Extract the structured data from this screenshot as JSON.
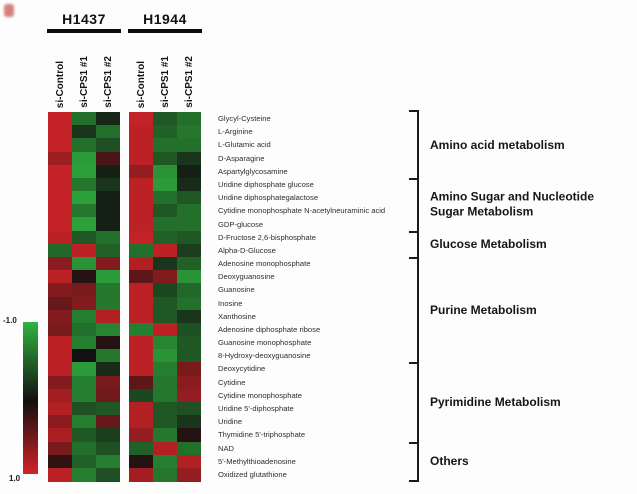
{
  "figure": {
    "description_visible_text_only": true
  },
  "chart_data": {
    "type": "heatmap",
    "groups": [
      {
        "name": "H1437",
        "columns": [
          "si-Control",
          "si-CPS1 #1",
          "si-CPS1 #2"
        ]
      },
      {
        "name": "H1944",
        "columns": [
          "si-Control",
          "si-CPS1 #1",
          "si-CPS1 #2"
        ]
      }
    ],
    "scale": {
      "min": -1.0,
      "max": 1.0,
      "min_label": "-1.0",
      "max_label": "1.0",
      "low_color": "#30b440",
      "mid_color": "#121010",
      "high_color": "#d22328"
    },
    "legend_position": "left-bottom colorbar",
    "rows": [
      {
        "metabolite": "Glycyl-Cysteine",
        "category": "Amino acid metabolism",
        "values": [
          0.9,
          -0.5,
          -0.08,
          0.9,
          -0.35,
          -0.5
        ]
      },
      {
        "metabolite": "L-Arginine",
        "category": "Amino acid metabolism",
        "values": [
          0.9,
          -0.15,
          -0.5,
          0.85,
          -0.4,
          -0.55
        ]
      },
      {
        "metabolite": "L-Glutamic acid",
        "category": "Amino acid metabolism",
        "values": [
          0.9,
          -0.5,
          -0.3,
          0.85,
          -0.5,
          -0.5
        ]
      },
      {
        "metabolite": "D-Asparagine",
        "category": "Amino acid metabolism",
        "values": [
          0.65,
          -0.8,
          0.2,
          0.85,
          -0.35,
          -0.15
        ]
      },
      {
        "metabolite": "Aspartylglycosamine",
        "category": "Amino acid metabolism",
        "values": [
          0.9,
          -0.85,
          -0.05,
          0.6,
          -0.75,
          -0.05
        ]
      },
      {
        "metabolite": "Uridine diphosphate glucose",
        "category": "Amino Sugar and Nucleotide Sugar Metabolism",
        "values": [
          0.9,
          -0.55,
          -0.15,
          0.85,
          -0.8,
          -0.1
        ]
      },
      {
        "metabolite": "Uridine diphosphategalactose",
        "category": "Amino Sugar and Nucleotide Sugar Metabolism",
        "values": [
          0.9,
          -0.85,
          -0.05,
          0.85,
          -0.5,
          -0.35
        ]
      },
      {
        "metabolite": "Cytidine monophosphate N-acetylneuraminic acid",
        "category": "Amino Sugar and Nucleotide Sugar Metabolism",
        "values": [
          0.9,
          -0.55,
          -0.05,
          0.85,
          -0.35,
          -0.5
        ]
      },
      {
        "metabolite": "GDP-glucose",
        "category": "Amino Sugar and Nucleotide Sugar Metabolism",
        "values": [
          0.9,
          -0.85,
          -0.05,
          0.85,
          -0.5,
          -0.5
        ]
      },
      {
        "metabolite": "D-Fructose 2,6-bisphosphate",
        "category": "Glucose Metabolism",
        "values": [
          0.85,
          -0.35,
          -0.5,
          0.9,
          -0.4,
          -0.35
        ]
      },
      {
        "metabolite": "Alpha-D-Glucose",
        "category": "Glucose Metabolism",
        "values": [
          -0.45,
          0.85,
          -0.4,
          -0.5,
          0.85,
          -0.2
        ]
      },
      {
        "metabolite": "Adenosine monophosphate",
        "category": "Purine Metabolism",
        "values": [
          0.55,
          -0.75,
          0.5,
          0.8,
          -0.15,
          -0.4
        ]
      },
      {
        "metabolite": "Deoxyguanosine",
        "category": "Purine Metabolism",
        "values": [
          0.85,
          0.05,
          -0.8,
          0.3,
          0.5,
          -0.75
        ]
      },
      {
        "metabolite": "Guanosine",
        "category": "Purine Metabolism",
        "values": [
          0.5,
          0.45,
          -0.55,
          0.85,
          -0.25,
          -0.45
        ]
      },
      {
        "metabolite": "Inosine",
        "category": "Purine Metabolism",
        "values": [
          0.35,
          0.5,
          -0.55,
          0.85,
          -0.35,
          -0.5
        ]
      },
      {
        "metabolite": "Xanthosine",
        "category": "Purine Metabolism",
        "values": [
          0.5,
          -0.6,
          0.8,
          0.85,
          -0.35,
          -0.15
        ]
      },
      {
        "metabolite": "Adenosine diphosphate ribose",
        "category": "Purine Metabolism",
        "values": [
          0.45,
          -0.5,
          -0.65,
          -0.6,
          0.85,
          -0.3
        ]
      },
      {
        "metabolite": "Guanosine monophosphate",
        "category": "Purine Metabolism",
        "values": [
          0.85,
          -0.6,
          0.05,
          0.85,
          -0.65,
          -0.35
        ]
      },
      {
        "metabolite": "8-Hydroxy-deoxyguanosine",
        "category": "Purine Metabolism",
        "values": [
          0.85,
          0.0,
          -0.55,
          0.85,
          -0.75,
          -0.35
        ]
      },
      {
        "metabolite": "Deoxycytidine",
        "category": "Pyrimidine Metabolism",
        "values": [
          0.85,
          -0.8,
          -0.1,
          0.85,
          -0.6,
          0.45
        ]
      },
      {
        "metabolite": "Cytidine",
        "category": "Pyrimidine Metabolism",
        "values": [
          0.5,
          -0.6,
          0.45,
          0.3,
          -0.55,
          0.55
        ]
      },
      {
        "metabolite": "Cytidine monophosphate",
        "category": "Pyrimidine Metabolism",
        "values": [
          0.7,
          -0.6,
          0.4,
          -0.25,
          -0.55,
          0.6
        ]
      },
      {
        "metabolite": "Uridine 5'-diphosphate",
        "category": "Pyrimidine Metabolism",
        "values": [
          0.8,
          -0.3,
          -0.35,
          0.8,
          -0.35,
          -0.3
        ]
      },
      {
        "metabolite": "Uridine",
        "category": "Pyrimidine Metabolism",
        "values": [
          0.55,
          -0.6,
          0.35,
          0.8,
          -0.35,
          -0.15
        ]
      },
      {
        "metabolite": "Thymidine 5'-triphosphate",
        "category": "Pyrimidine Metabolism",
        "values": [
          0.75,
          -0.35,
          -0.2,
          0.6,
          -0.55,
          0.05
        ]
      },
      {
        "metabolite": "NAD",
        "category": "Others",
        "values": [
          0.45,
          -0.5,
          -0.3,
          -0.4,
          0.8,
          -0.5
        ]
      },
      {
        "metabolite": "5'-Methylthioadenosine",
        "category": "Others",
        "values": [
          0.1,
          -0.4,
          -0.6,
          0.05,
          -0.6,
          0.8
        ]
      },
      {
        "metabolite": "Oxidized glutathione",
        "category": "Others",
        "values": [
          0.85,
          -0.6,
          -0.3,
          0.7,
          -0.55,
          0.6
        ]
      }
    ],
    "categories": [
      {
        "lines": [
          "Amino acid metabolism"
        ],
        "row_start": 0,
        "row_end": 4
      },
      {
        "lines": [
          "Amino Sugar and Nucleotide",
          "Sugar Metabolism"
        ],
        "row_start": 5,
        "row_end": 8
      },
      {
        "lines": [
          "Glucose Metabolism"
        ],
        "row_start": 9,
        "row_end": 10
      },
      {
        "lines": [
          "Purine Metabolism"
        ],
        "row_start": 11,
        "row_end": 18
      },
      {
        "lines": [
          "Pyrimidine Metabolism"
        ],
        "row_start": 19,
        "row_end": 24
      },
      {
        "lines": [
          "Others"
        ],
        "row_start": 25,
        "row_end": 27
      }
    ]
  }
}
